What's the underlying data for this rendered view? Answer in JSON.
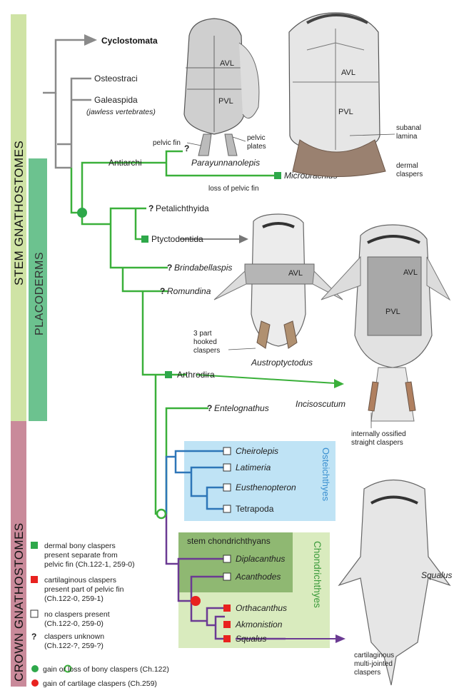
{
  "colors": {
    "stem_band": "#cfe3a5",
    "placoderm_band": "#6cc28f",
    "crown_band": "#c98a9a",
    "osteichthyes_box": "#bfe3f5",
    "chondrichthyes_box": "#d9ebbe",
    "stem_chondrichthyan_box": "#8fb872",
    "gray_branch": "#8a8a8a",
    "green_branch": "#3ab03a",
    "blue_branch": "#2e76b8",
    "purple_branch": "#6b3a93",
    "red_marker": "#e8221f",
    "green_marker": "#2ea84a",
    "arrow_gray": "#777777"
  },
  "bands": {
    "stem": "STEM GNATHOSTOMES",
    "placoderms": "PLACODERMS",
    "crown": "CROWN GNATHOSTOMES"
  },
  "taxa": {
    "cyclostomata": "Cyclostomata",
    "osteostraci": "Osteostraci",
    "galeaspida": "Galeaspida",
    "jawless": "(jawless vertebrates)",
    "antiarchi": "Antiarchi",
    "parayunnanolepis": "Parayunnanolepis",
    "microbrachius": "Microbrachius",
    "petalichthyida": "Petalichthyida",
    "ptyctodontida": "Ptyctodontida",
    "brindabellaspis": "Brindabellaspis",
    "romundina": "Romundina",
    "arthrodira": "Arthrodira",
    "entelognathus": "Entelognathus",
    "cheirolepis": "Cheirolepis",
    "latimeria": "Latimeria",
    "eusthenopteron": "Eusthenopteron",
    "tetrapoda": "Tetrapoda",
    "diplacanthus": "Diplacanthus",
    "acanthodes": "Acanthodes",
    "orthacanthus": "Orthacanthus",
    "akmonistion": "Akmonistion",
    "squalus": "Squalus"
  },
  "groups": {
    "osteichthyes": "Osteichthyes",
    "chondrichthyes": "Chondrichthyes",
    "stem_chondrichthyans": "stem chondrichthyans"
  },
  "annotations": {
    "q": "?",
    "loss_pelvic_fin": "loss of pelvic fin",
    "pelvic_fin": "pelvic fin",
    "pelvic_plates_1": "pelvic",
    "pelvic_plates_2": "plates",
    "subanal_1": "subanal",
    "subanal_2": "lamina",
    "dermal_claspers_1": "dermal",
    "dermal_claspers_2": "claspers",
    "hooked_1": "3 part",
    "hooked_2": "hooked",
    "hooked_3": "claspers",
    "austroptyctodus": "Austroptyctodus",
    "incisoscutum": "Incisoscutum",
    "internal_1": "internally ossified",
    "internal_2": "straight claspers",
    "squalus_img": "Squalus",
    "cart_1": "cartilaginous",
    "cart_2": "multi-jointed",
    "cart_3": "claspers",
    "avl": "AVL",
    "pvl": "PVL"
  },
  "legend": {
    "green_sq_1": "dermal bony claspers",
    "green_sq_2": "present separate from",
    "green_sq_3": "pelvic fin (Ch.122-1, 259-0)",
    "red_sq_1": "cartilaginous claspers",
    "red_sq_2": "present part of pelvic fin",
    "red_sq_3": "(Ch.122-0, 259-1)",
    "white_sq_1": "no claspers present",
    "white_sq_2": "(Ch.122-0, 259-0)",
    "q_1": "claspers unknown",
    "q_2": "(Ch.122-?, 259-?)",
    "circles": "gain or       loss of bony claspers (Ch.122)",
    "red_circle": "gain of cartilage claspers (Ch.259)"
  }
}
